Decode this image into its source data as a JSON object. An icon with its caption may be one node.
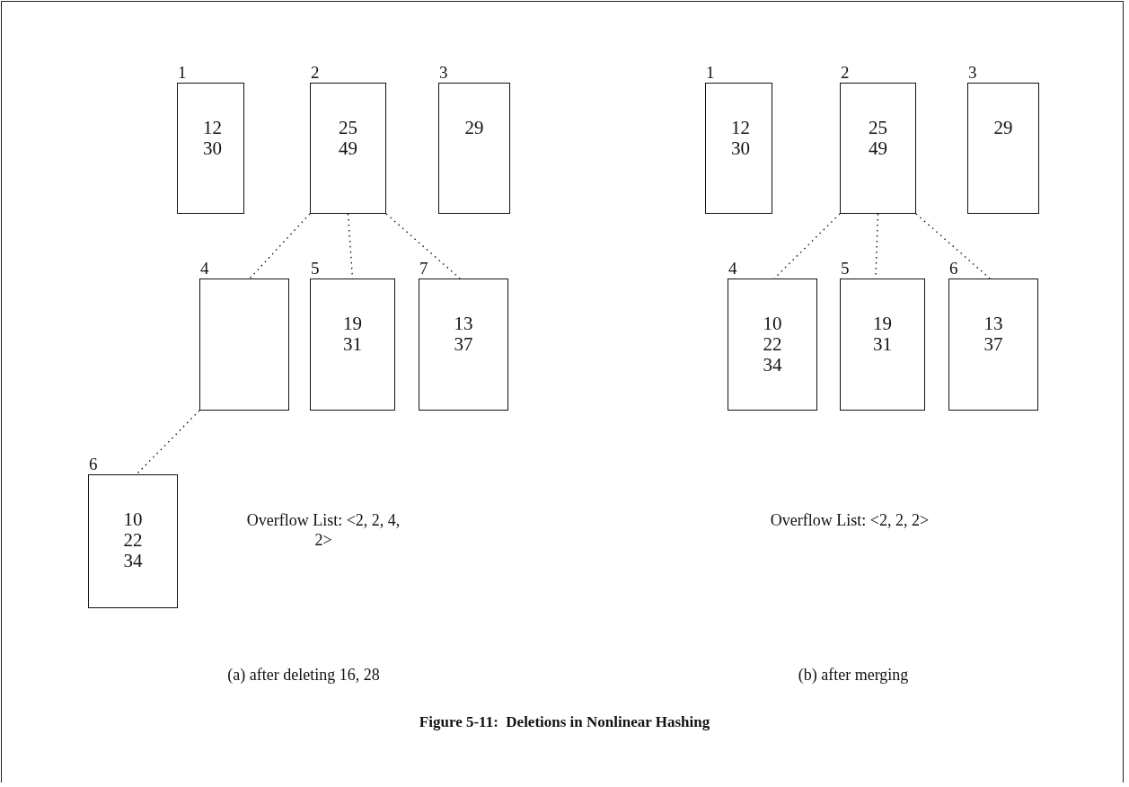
{
  "diagram": {
    "caption": "Figure 5-11:  Deletions in Nonlinear Hashing",
    "nodes": [
      {
        "text": [
          "1",
          "12 30"
        ]
      },
      {
        "text": [
          "2",
          "25 49"
        ]
      },
      {
        "text": [
          "3",
          "29"
        ]
      },
      {
        "text": [
          "4"
        ]
      },
      {
        "text": [
          "5",
          "19 31"
        ]
      },
      {
        "text": [
          "7",
          "13 37"
        ]
      },
      {
        "text": [
          "6",
          "10 22 34"
        ]
      },
      {
        "text": [
          "1",
          "12 30"
        ]
      },
      {
        "text": [
          "2",
          "25 49"
        ]
      },
      {
        "text": [
          "3",
          "29"
        ]
      },
      {
        "text": [
          "4",
          "10 22 34"
        ]
      },
      {
        "text": [
          "5",
          "19 31"
        ]
      },
      {
        "text": [
          "6",
          "13 37"
        ]
      }
    ],
    "edges": [
      {
        "from": 1,
        "to": 3,
        "arrow": "none",
        "style": "dashed"
      },
      {
        "from": 1,
        "to": 4,
        "arrow": "none",
        "style": "dashed"
      },
      {
        "from": 1,
        "to": 5,
        "arrow": "none",
        "style": "dashed"
      },
      {
        "from": 3,
        "to": 6,
        "arrow": "none",
        "style": "dashed"
      },
      {
        "from": 8,
        "to": 10,
        "arrow": "none",
        "style": "dashed"
      },
      {
        "from": 8,
        "to": 11,
        "arrow": "none",
        "style": "dashed"
      },
      {
        "from": 8,
        "to": 12,
        "arrow": "none",
        "style": "dashed"
      }
    ],
    "labels": [
      "Overflow List: <2, 2, 4, 2>",
      "Overflow List: <2, 2, 2>",
      "(a) after deleting 16, 28",
      "(b) after merging"
    ]
  }
}
